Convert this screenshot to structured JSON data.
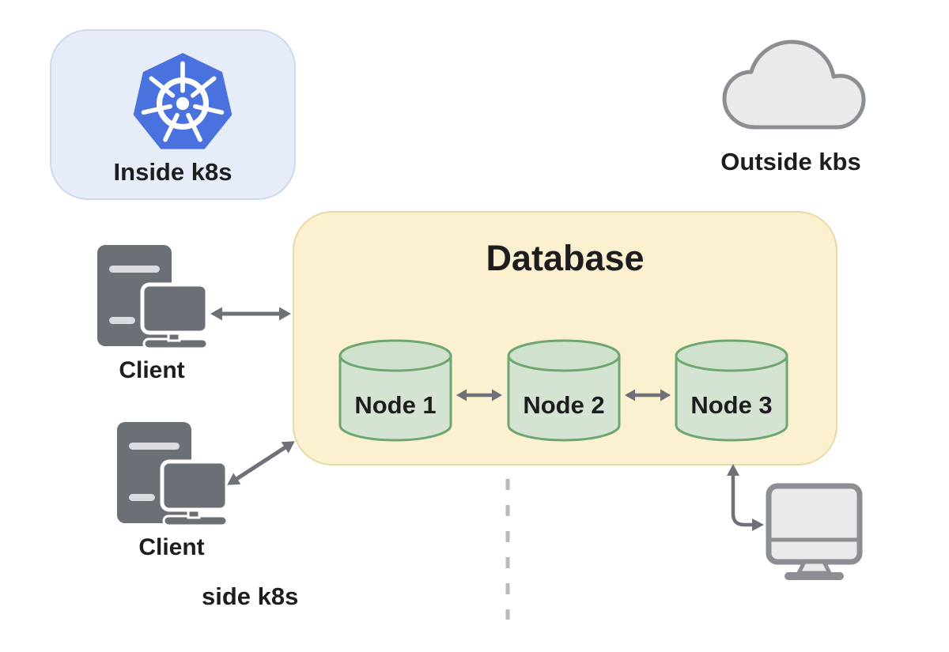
{
  "diagram": {
    "inside_card": {
      "label": "Inside k8s"
    },
    "outside": {
      "label": "Outside kbs"
    },
    "database": {
      "title": "Database",
      "nodes": [
        {
          "label": "Node 1"
        },
        {
          "label": "Node 2"
        },
        {
          "label": "Node 3"
        }
      ]
    },
    "clients": [
      {
        "label": "Client"
      },
      {
        "label": "Client"
      }
    ],
    "side_label": "side k8s"
  },
  "icons": [
    "kubernetes-logo-icon",
    "cloud-icon",
    "database-cylinder-icon",
    "client-workstation-icon",
    "desktop-monitor-icon",
    "double-arrow-icon",
    "elbow-arrow-icon",
    "dashed-divider-line"
  ],
  "colors": {
    "card_bg": "#e7edf8",
    "card_border": "#ccd9ee",
    "kubernetes_blue": "#4a72de",
    "cloud_fill": "#e9eaeb",
    "cloud_stroke": "#8b8e92",
    "database_bg": "#fbf0cf",
    "database_border": "#e9d9a7",
    "cylinder_fill": "#d5e4d2",
    "cylinder_stroke": "#6da671",
    "icon_gray": "#6b7077",
    "arrow_gray": "#6e7278",
    "dashed_gray": "#b9babc",
    "text": "#1d1d1f"
  }
}
